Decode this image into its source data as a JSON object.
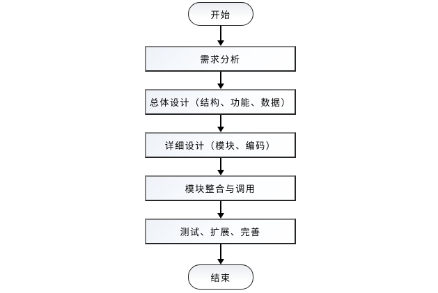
{
  "canvas": {
    "background": "#ffffff"
  },
  "flowchart": {
    "type": "flowchart",
    "direction": "top-down",
    "nodes": [
      {
        "id": "start",
        "shape": "terminator",
        "label": "开始"
      },
      {
        "id": "requirements",
        "shape": "process",
        "label": "需求分析"
      },
      {
        "id": "overall-design",
        "shape": "process",
        "label": "总体设计（结构、功能、数据）"
      },
      {
        "id": "detailed-design",
        "shape": "process",
        "label": "详细设计（模块、编码）"
      },
      {
        "id": "integration",
        "shape": "process",
        "label": "模块整合与调用"
      },
      {
        "id": "testing",
        "shape": "process",
        "label": "测试、扩展、完善"
      },
      {
        "id": "end",
        "shape": "terminator",
        "label": "结束"
      }
    ],
    "edges": [
      {
        "from": "start",
        "to": "requirements"
      },
      {
        "from": "requirements",
        "to": "overall-design"
      },
      {
        "from": "overall-design",
        "to": "detailed-design"
      },
      {
        "from": "detailed-design",
        "to": "integration"
      },
      {
        "from": "integration",
        "to": "testing"
      },
      {
        "from": "testing",
        "to": "end"
      }
    ],
    "colors": {
      "process_border_light": "#808080",
      "process_border_dark": "#262626",
      "process_fill_tint": "#eef2f8",
      "terminator_border": "#1a1a1a",
      "terminator_fill_tint": "#eaecf1",
      "arrow": "#000000",
      "text": "#000000"
    }
  }
}
